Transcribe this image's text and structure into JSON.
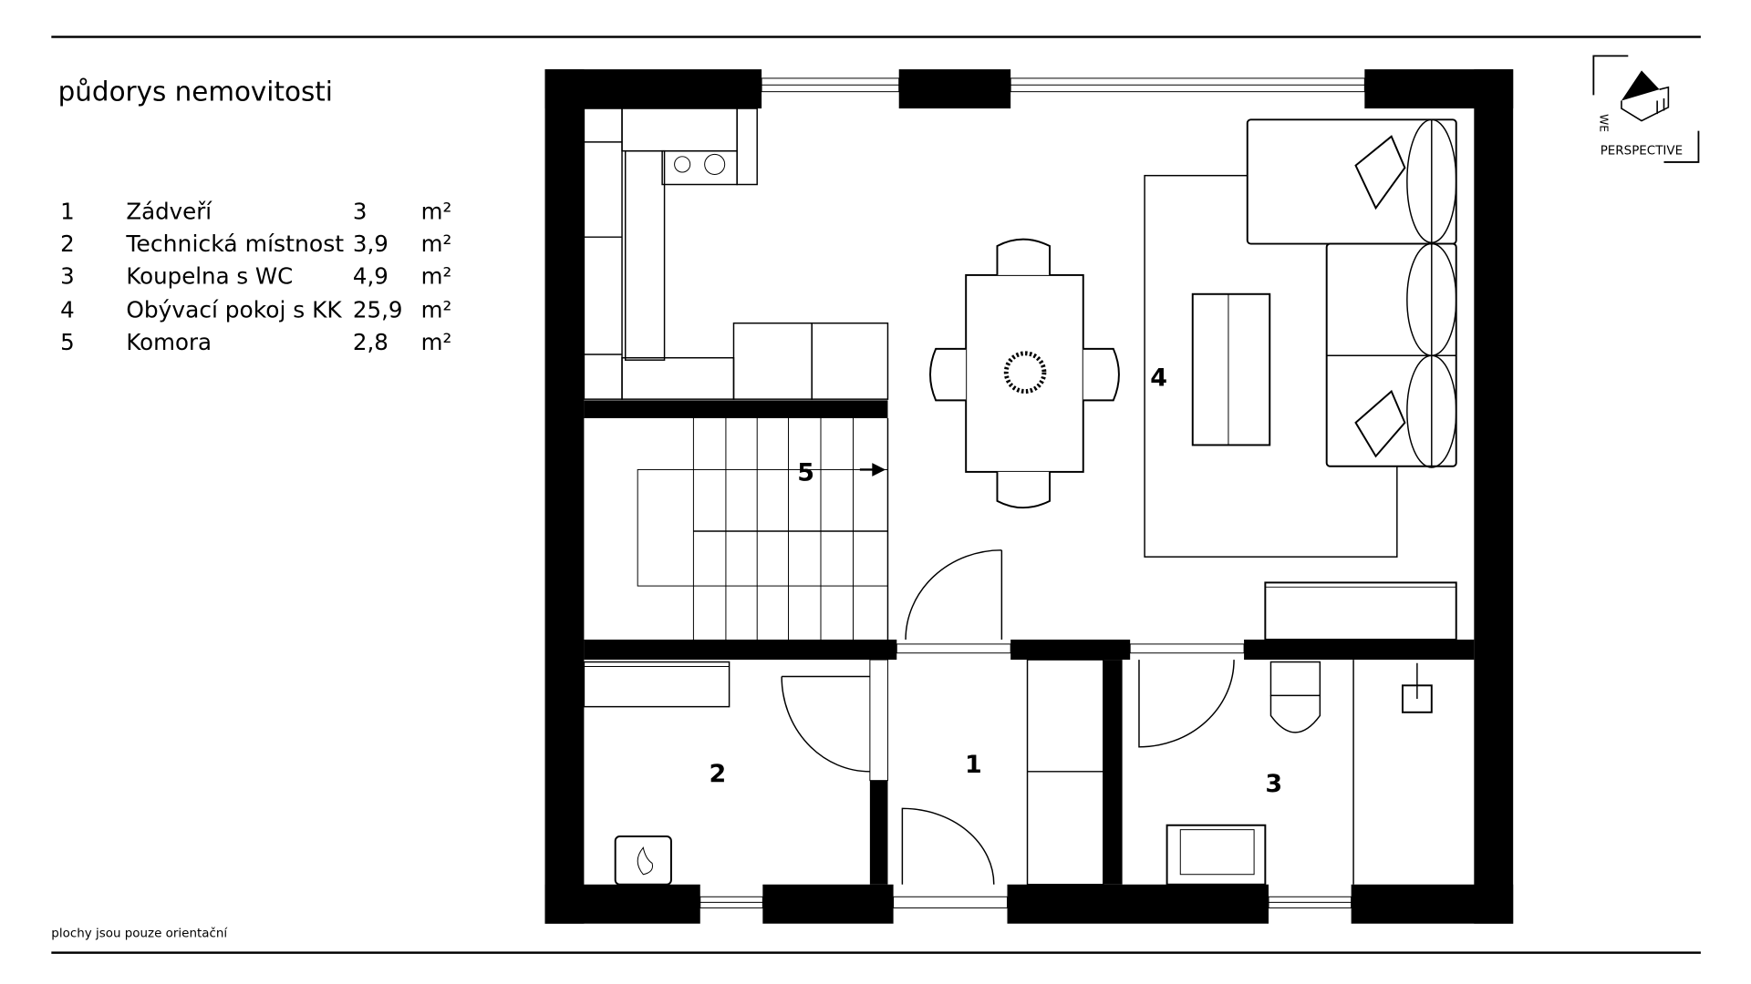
{
  "title": "půdorys nemovitosti",
  "rooms": [
    {
      "num": "1",
      "name": "Zádveří",
      "area": "3",
      "unit": "m²"
    },
    {
      "num": "2",
      "name": "Technická místnost",
      "area": "3,9",
      "unit": "m²"
    },
    {
      "num": "3",
      "name": "Koupelna s WC",
      "area": "4,9",
      "unit": "m²"
    },
    {
      "num": "4",
      "name": "Obývací pokoj s KK",
      "area": "25,9",
      "unit": "m²"
    },
    {
      "num": "5",
      "name": "Komora",
      "area": "2,8",
      "unit": "m²"
    }
  ],
  "note": "plochy jsou pouze orientační",
  "logo": {
    "line1": "WE",
    "line2": "PERSPECTIVE"
  }
}
